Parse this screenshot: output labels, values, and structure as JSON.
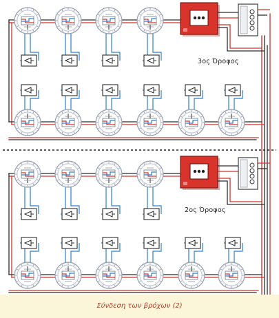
{
  "floors": [
    {
      "label": "3ος Όροφος"
    },
    {
      "label": "2ος Όροφος"
    }
  ],
  "caption": "Σύνδεση των βρόχων (2)",
  "colors": {
    "loop_red": "#d2302a",
    "loop_dark": "#2b2b2b",
    "loop_blue": "#2a7fd0",
    "panel_red": "#d9342b",
    "caption_bg": "#fbf5d9",
    "caption_text": "#b0452a"
  },
  "icons": {
    "detector": "smoke-detector-icon",
    "isolator": "line-isolator-icon",
    "call_point": "manual-call-point-icon",
    "interface": "interface-module-icon"
  }
}
